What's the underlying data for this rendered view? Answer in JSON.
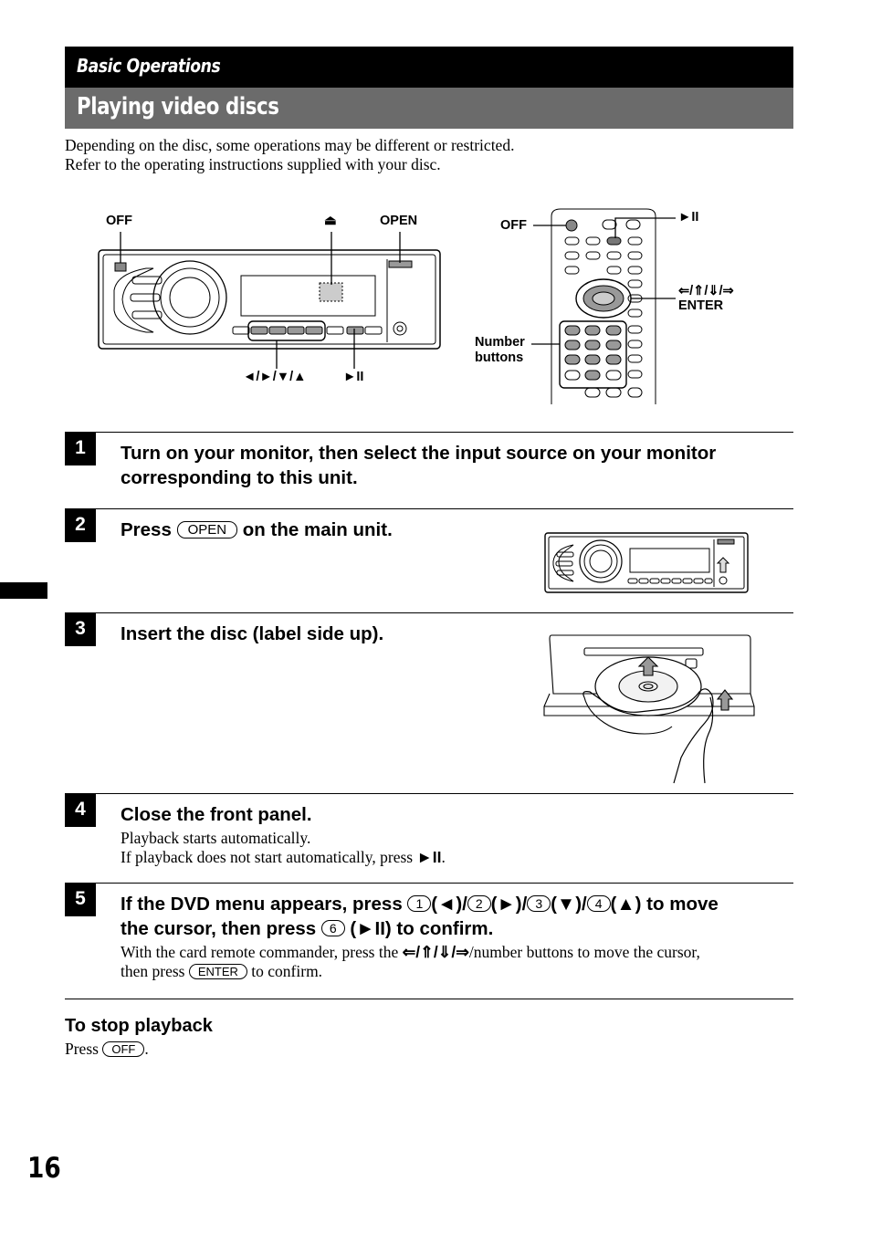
{
  "header": {
    "section": "Basic Operations",
    "title": "Playing video discs"
  },
  "intro": {
    "line1": "Depending on the disc, some operations may be different or restricted.",
    "line2": "Refer to the operating instructions supplied with your disc."
  },
  "figure": {
    "main_unit": {
      "off": "OFF",
      "eject": "⏏",
      "open": "OPEN",
      "arrows": "◄/►/▼/▲",
      "play_pause": "►II"
    },
    "remote": {
      "off": "OFF",
      "play_pause": "►II",
      "arrows": "⇐/⇑/⇓/⇒",
      "enter": "ENTER",
      "number_1": "Number",
      "number_2": "buttons"
    }
  },
  "steps": [
    {
      "num": "1",
      "line1": "Turn on your monitor, then select the input source on your monitor",
      "line2": "corresponding to this unit."
    },
    {
      "num": "2",
      "pre": "Press",
      "key": "OPEN",
      "post": "on the main unit."
    },
    {
      "num": "3",
      "title": "Insert the disc (label side up)."
    },
    {
      "num": "4",
      "title": "Close the front panel.",
      "body1": "Playback starts automatically.",
      "body2_pre": "If playback does not start automatically, press",
      "body2_sym": "►II",
      "body2_post": "."
    },
    {
      "num": "5",
      "l1_pre": "If the DVD menu appears, press",
      "k1": "1",
      "s1": "(◄)/",
      "k2": "2",
      "s2": "(►)/",
      "k3": "3",
      "s3": "(▼)/",
      "k4": "4",
      "s4": "(▲) to move",
      "l2_pre": "the cursor, then press",
      "k6": "6",
      "l2_post": "(►II) to confirm.",
      "body1_pre": "With the card remote commander, press the",
      "body1_sym": "⇐/⇑/⇓/⇒",
      "body1_post": "/number buttons to move the cursor,",
      "body2_pre": "then press",
      "body2_key": "ENTER",
      "body2_post": "to confirm."
    }
  ],
  "stop": {
    "title": "To stop playback",
    "pre": "Press",
    "key": "OFF",
    "post": "."
  },
  "page_number": "16"
}
